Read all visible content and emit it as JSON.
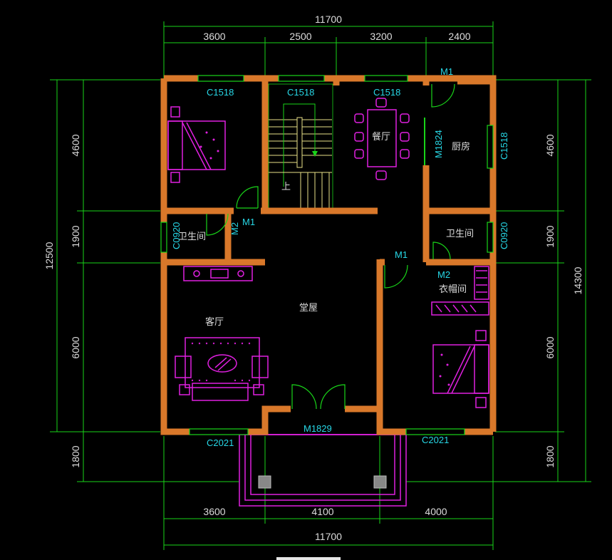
{
  "top_dims": {
    "total": "11700",
    "seg1": "3600",
    "seg2": "2500",
    "seg3": "3200",
    "seg4": "2400"
  },
  "bottom_dims": {
    "total": "11700",
    "seg1": "3600",
    "seg2": "4100",
    "seg3": "4000"
  },
  "left_dims": {
    "total": "12500",
    "seg1": "4600",
    "seg2": "1900",
    "seg3": "6000",
    "seg4": "1800"
  },
  "right_dims": {
    "total": "14300",
    "seg1": "4600",
    "seg2": "1900",
    "seg3": "6000",
    "seg4": "1800"
  },
  "rooms": {
    "dining": "餐厅",
    "kitchen": "厨房",
    "bath_left": "卫生间",
    "bath_right": "卫生间",
    "living": "客厅",
    "hall": "堂屋",
    "closet": "衣帽间",
    "stair_up": "上"
  },
  "tags": {
    "win_bed1": "C1518",
    "win_stair": "C1518",
    "win_dining": "C1518",
    "win_kitchen": "C1518",
    "door_kitchen": "M1",
    "door_dining": "M1824",
    "win_bath_left": "C0920",
    "win_bath_right": "C0920",
    "door_bath_left_m2": "M2",
    "door_bath_left_m1": "M1",
    "door_bed2": "M1",
    "door_closet": "M2",
    "win_living": "C2021",
    "win_bed2": "C2021",
    "door_main": "M1829"
  },
  "colors": {
    "wall": "#d9782a",
    "dim_line": "#19d419",
    "furniture": "#e020e0",
    "tag": "#27d7e6",
    "text": "#dcdcdc"
  }
}
